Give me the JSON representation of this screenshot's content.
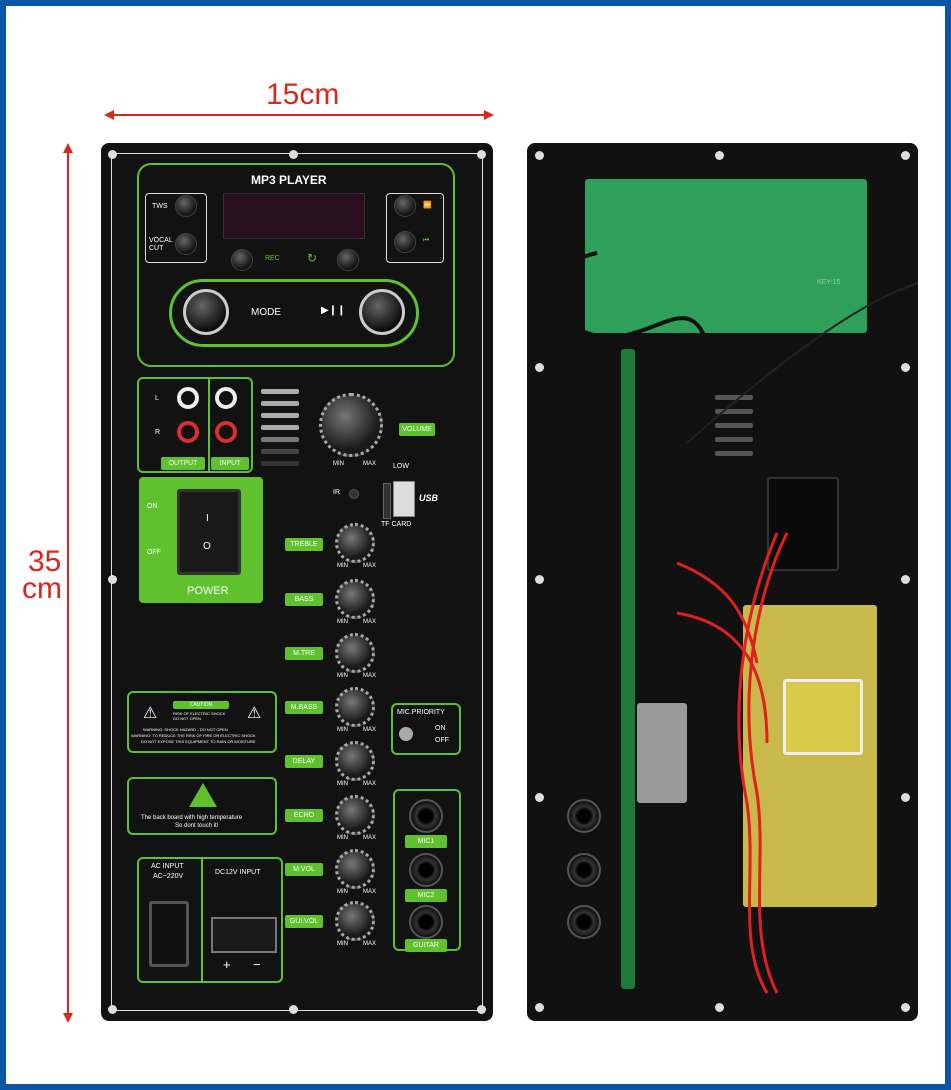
{
  "dimensions": {
    "width_label": "15cm",
    "height_label_line1": "35",
    "height_label_line2": "cm"
  },
  "display": {
    "title": "MP3 PLAYER",
    "tws": "TWS",
    "vocal_cut": "VOCAL CUT",
    "rec": "REC",
    "mode": "MODE",
    "play_pause_icon": "▶❙❙"
  },
  "io": {
    "left": "L",
    "right": "R",
    "output": "OUTPUT",
    "input": "INPUT"
  },
  "volume": {
    "label": "VOLUME",
    "min": "MIN",
    "max": "MAX",
    "low": "LOW"
  },
  "usb": {
    "ir": "IR",
    "usb": "USB",
    "tf_card": "TF CARD"
  },
  "power": {
    "on": "ON",
    "off": "OFF",
    "label": "POWER"
  },
  "controls": [
    {
      "label": "TREBLE"
    },
    {
      "label": "BASS"
    },
    {
      "label": "M.TRE"
    },
    {
      "label": "M.BASS"
    },
    {
      "label": "DELAY"
    },
    {
      "label": "ECHO"
    },
    {
      "label": "M.VOL"
    },
    {
      "label": "GUI.VOL"
    }
  ],
  "knob_scale": {
    "min": "MIN",
    "max": "MAX"
  },
  "caution": {
    "title": "CAUTION",
    "sub": "RISK OF ELECTRIC SHOCK DO NOT OPEN",
    "line1": "WARNING: SHOCK HAZARD - DO NOT OPEN",
    "line2": "WARNING: TO REDUCE THE RISK OF FIRE OR ELECTRIC SHOCK",
    "line3": "DO NOT EXPOSE THIS EQUIPMENT TO RAIN OR MOISTURE"
  },
  "heat": {
    "line1": "The back board with high temperature",
    "line2": "So dont touch it!"
  },
  "mic_priority": {
    "title": "MIC.PRIORITY",
    "on": "ON",
    "off": "OFF"
  },
  "jacks": {
    "mic1": "MIC1",
    "mic2": "MIC2",
    "guitar": "GUITAR"
  },
  "power_input": {
    "ac_input": "AC INPUT",
    "ac_voltage": "AC~220V",
    "dc_input": "DC12V INPUT",
    "plus": "+",
    "minus": "−"
  },
  "back_board": {
    "pcb_label": "KEY-15"
  }
}
